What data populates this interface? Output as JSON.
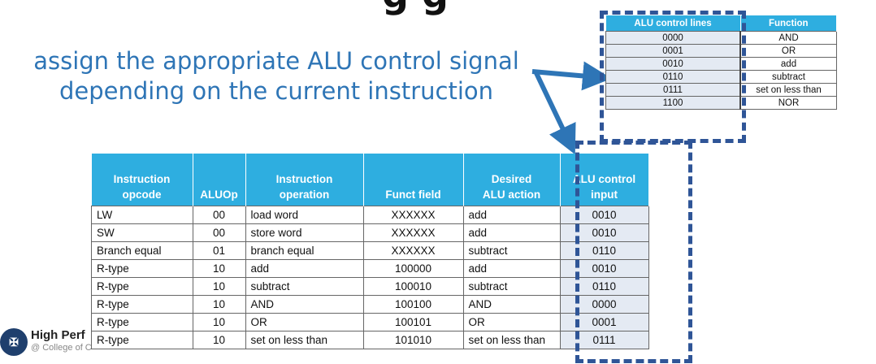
{
  "title_fragment": "g      g",
  "instruction_text": {
    "line1": "assign the appropriate ALU control signal",
    "line2": "depending on the current instruction"
  },
  "alu_control_table": {
    "headers": [
      "ALU control lines",
      "Function"
    ],
    "rows": [
      [
        "0000",
        "AND"
      ],
      [
        "0001",
        "OR"
      ],
      [
        "0010",
        "add"
      ],
      [
        "0110",
        "subtract"
      ],
      [
        "0111",
        "set on less than"
      ],
      [
        "1100",
        "NOR"
      ]
    ]
  },
  "instruction_table": {
    "headers": [
      [
        "Instruction",
        "opcode"
      ],
      [
        "",
        "ALUOp"
      ],
      [
        "Instruction",
        "operation"
      ],
      [
        "",
        "Funct field"
      ],
      [
        "Desired",
        "ALU action"
      ],
      [
        "ALU control",
        "input"
      ]
    ],
    "rows": [
      [
        "LW",
        "00",
        "load word",
        "XXXXXX",
        "add",
        "0010"
      ],
      [
        "SW",
        "00",
        "store word",
        "XXXXXX",
        "add",
        "0010"
      ],
      [
        "Branch equal",
        "01",
        "branch equal",
        "XXXXXX",
        "subtract",
        "0110"
      ],
      [
        "R-type",
        "10",
        "add",
        "100000",
        "add",
        "0010"
      ],
      [
        "R-type",
        "10",
        "subtract",
        "100010",
        "subtract",
        "0110"
      ],
      [
        "R-type",
        "10",
        "AND",
        "100100",
        "AND",
        "0000"
      ],
      [
        "R-type",
        "10",
        "OR",
        "100101",
        "OR",
        "0001"
      ],
      [
        "R-type",
        "10",
        "set on less than",
        "101010",
        "set on less than",
        "0111"
      ]
    ]
  },
  "footer": {
    "logo_text": "High Perf",
    "logo_sub": "@ College of C"
  },
  "colors": {
    "header_bg": "#2eaee0",
    "text_accent": "#2e75b6",
    "dashed_border": "#2f5597",
    "highlight_cell": "#e4eaf3"
  }
}
